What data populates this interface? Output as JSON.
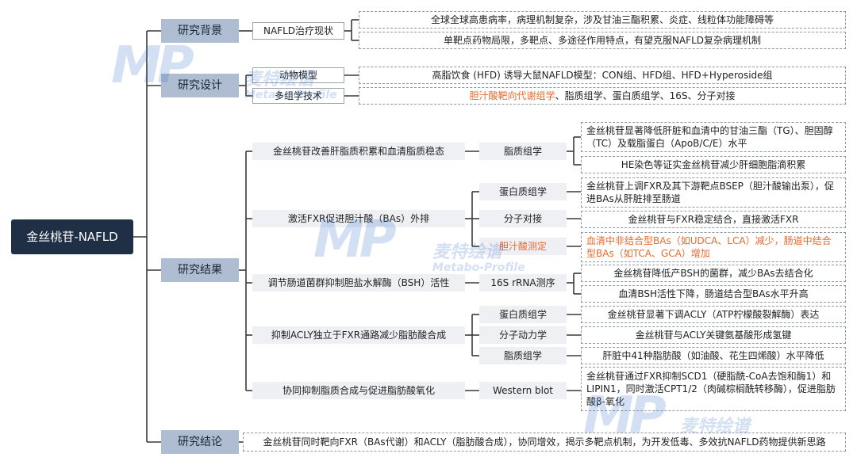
{
  "root": "金丝桃苷-NAFLD",
  "background": {
    "label": "研究背景",
    "topic": "NAFLD治疗现状",
    "points": [
      "全球全球高患病率，病理机制复杂，涉及甘油三酯积累、炎症、线粒体功能障碍等",
      "单靶点药物局限，多靶点、多途径作用特点，有望克服NAFLD复杂病理机制"
    ]
  },
  "design": {
    "label": "研究设计",
    "rows": [
      {
        "topic": "动物模型",
        "text": "高脂饮食 (HFD) 诱导大鼠NAFLD模型：CON组、HFD组、HFD+Hyperoside组"
      },
      {
        "topic": "多组学技术",
        "text_highlight": "胆汁酸靶向代谢组学",
        "text_rest": "、脂质组学、蛋白质组学、16S、分子对接"
      }
    ]
  },
  "results": {
    "label": "研究结果",
    "r1": {
      "title": "金丝桃苷改善肝脂质积累和血清脂质稳态",
      "method": "脂质组学",
      "findings": [
        "金丝桃苷显著降低肝脏和血清中的甘油三酯（TG）、胆固醇（TC）及载脂蛋白（ApoB/C/E）水平",
        "HE染色等证实金丝桃苷减少肝细胞脂滴积累"
      ]
    },
    "r2": {
      "title": "激活FXR促进胆汁酸（BAs）外排",
      "items": [
        {
          "method": "蛋白质组学",
          "finding": "金丝桃苷上调FXR及其下游靶点BSEP（胆汁酸输出泵），促进BAs从肝脏排至肠道"
        },
        {
          "method": "分子对接",
          "finding": "金丝桃苷与FXR稳定结合，直接激活FXR"
        },
        {
          "method": "胆汁酸测定",
          "finding": "血清中非结合型BAs（如UDCA、LCA）减少，肠道中结合型BAs（如TCA、GCA）增加"
        }
      ]
    },
    "r3": {
      "title": "调节肠道菌群抑制胆盐水解酶（BSH）活性",
      "method": "16S rRNA测序",
      "findings": [
        "金丝桃苷降低产BSH的菌群，减少BAs去结合化",
        "血清BSH活性下降，肠道结合型BAs水平升高"
      ]
    },
    "r4": {
      "title": "抑制ACLY独立于FXR通路减少脂肪酸合成",
      "items": [
        {
          "method": "蛋白质组学",
          "finding": "金丝桃苷显著下调ACLY（ATP柠檬酸裂解酶）表达"
        },
        {
          "method": "分子动力学",
          "finding": "金丝桃苷与ACLY关键氨基酸形成氢键"
        },
        {
          "method": "脂质组学",
          "finding": "肝脏中41种脂肪酸（如油酸、花生四烯酸）水平降低"
        }
      ]
    },
    "r5": {
      "title": "协同抑制脂质合成与促进脂肪酸氧化",
      "method": "Western blot",
      "finding": "金丝桃苷通过FXR抑制SCD1（硬脂酰-CoA去饱和酶1）和LIPIN1，同时激活CPT1/2（肉碱棕榈酰转移酶），促进脂肪酸β-氧化"
    }
  },
  "conclusion": {
    "label": "研究结论",
    "text": "金丝桃苷同时靶向FXR（BAs代谢）和ACLY（脂肪酸合成），协同增效，揭示多靶点机制，为开发低毒、多效抗NAFLD药物提供新思路"
  },
  "watermark": {
    "cn": "麦特绘谱",
    "en": "Metabo-Profile",
    "logo": "MP"
  },
  "colors": {
    "root": "#1f2f46",
    "level1": "#aebdd2",
    "highlight": "#e76a2e"
  }
}
